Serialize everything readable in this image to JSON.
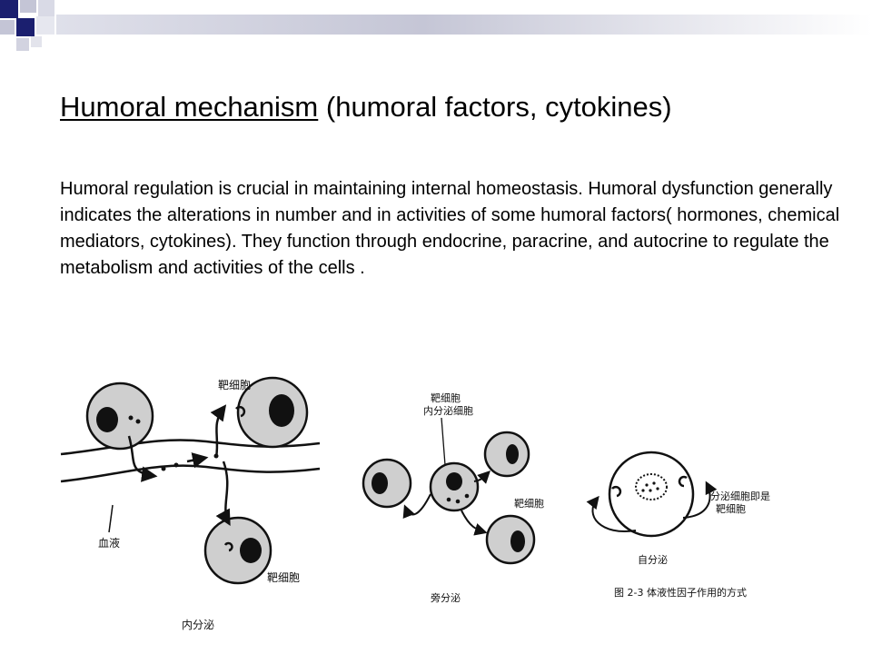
{
  "slide": {
    "title_underlined": "Humoral mechanism",
    "title_rest": " (humoral factors, cytokines)",
    "paragraph": "Humoral regulation is crucial in maintaining internal homeostasis. Humoral dysfunction generally indicates the alterations in number and in activities of some humoral factors( hormones, chemical mediators, cytokines). They function through endocrine, paracrine, and autocrine to regulate the metabolism and activities of the cells ."
  },
  "figure": {
    "endocrine": {
      "target_top": "靶细胞",
      "blood": "血液",
      "target_bottom": "靶细胞",
      "caption": "内分泌"
    },
    "paracrine": {
      "target_and_secreting": "靶细胞",
      "secreting": "内分泌细胞",
      "target": "靶细胞",
      "caption": "旁分泌"
    },
    "autocrine": {
      "line1": "分泌细胞即是",
      "line2": "靶细胞",
      "caption": "自分泌"
    },
    "figure_caption": "图 2-3   体液性因子作用的方式"
  },
  "colors": {
    "deco_navy": "#1b1f6f",
    "deco_gray": "#c4c5d6",
    "cell_fill": "#cfcfcf",
    "ink": "#111111"
  }
}
